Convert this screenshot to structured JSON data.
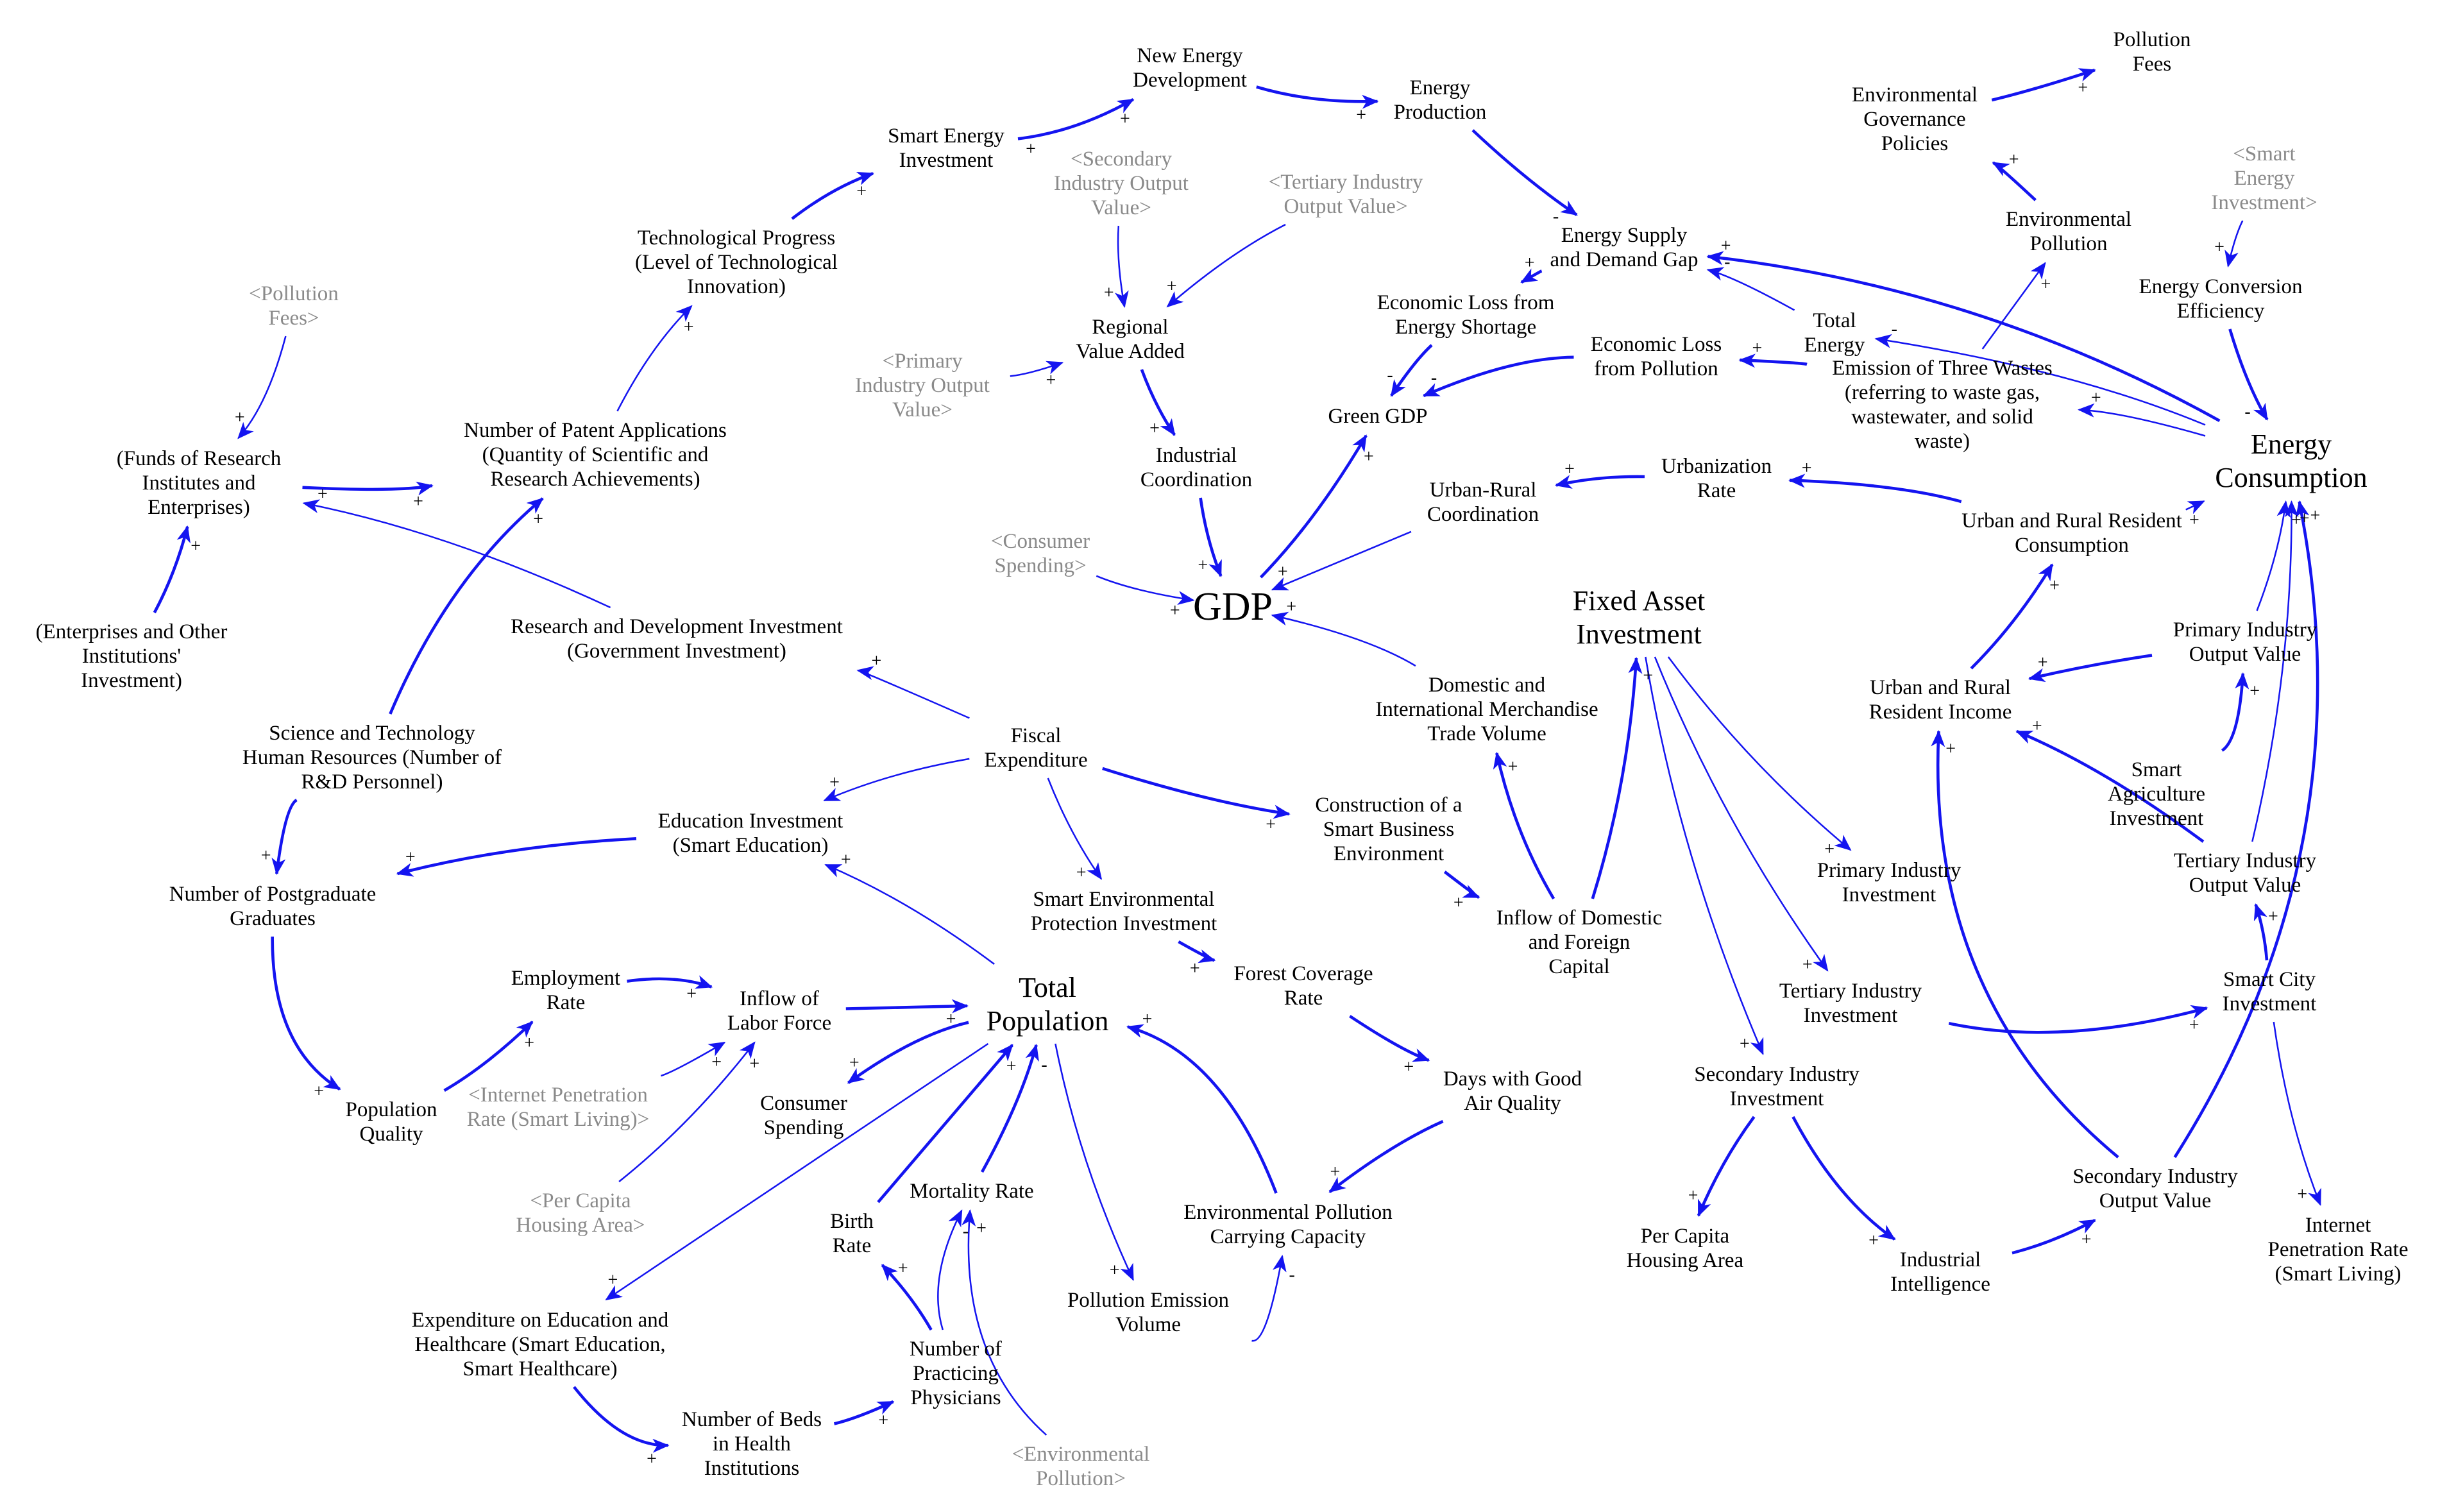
{
  "colors": {
    "background": "#ffffff",
    "text": "#000000",
    "shadow_text": "#8a8a8a",
    "link": "#1414f0"
  },
  "nodes": [
    {
      "id": "new_energy",
      "lines": [
        "New Energy",
        "Development"
      ]
    },
    {
      "id": "energy_prod",
      "lines": [
        "Energy",
        "Production"
      ]
    },
    {
      "id": "pollution_fees",
      "lines": [
        "Pollution",
        "Fees"
      ]
    },
    {
      "id": "env_gov",
      "lines": [
        "Environmental",
        "Governance",
        "Policies"
      ]
    },
    {
      "id": "smart_energy_inv",
      "lines": [
        "Smart Energy",
        "Investment"
      ]
    },
    {
      "id": "sh_secondary",
      "shadow": true,
      "lines": [
        "<Secondary",
        "Industry Output",
        "Value>"
      ]
    },
    {
      "id": "sh_tertiary",
      "shadow": true,
      "lines": [
        "<Tertiary Industry",
        "Output Value>"
      ]
    },
    {
      "id": "sh_smart_energy",
      "shadow": true,
      "lines": [
        "<Smart",
        "Energy",
        "Investment>"
      ]
    },
    {
      "id": "env_pollution",
      "lines": [
        "Environmental",
        "Pollution"
      ]
    },
    {
      "id": "supply_gap",
      "lines": [
        "Energy Supply",
        "and Demand Gap"
      ]
    },
    {
      "id": "tech_progress",
      "lines": [
        "Technological Progress",
        "(Level of Technological",
        "Innovation)"
      ]
    },
    {
      "id": "conv_eff",
      "lines": [
        "Energy Conversion",
        "Efficiency"
      ]
    },
    {
      "id": "econ_loss_short",
      "lines": [
        "Economic Loss from",
        "Energy Shortage"
      ]
    },
    {
      "id": "total_energy",
      "lines": [
        "Total",
        "Energy"
      ]
    },
    {
      "id": "sh_pollution_fees",
      "shadow": true,
      "lines": [
        "<Pollution",
        "Fees>"
      ]
    },
    {
      "id": "regional_va",
      "lines": [
        "Regional",
        "Value Added"
      ]
    },
    {
      "id": "econ_loss_poll",
      "lines": [
        "Economic Loss",
        "from Pollution"
      ]
    },
    {
      "id": "three_wastes",
      "lines": [
        "Emission of Three Wastes",
        "(referring to waste gas,",
        "wastewater, and solid",
        "waste)"
      ]
    },
    {
      "id": "sh_primary",
      "shadow": true,
      "lines": [
        "<Primary",
        "Industry Output",
        "Value>"
      ]
    },
    {
      "id": "green_gdp",
      "lines": [
        "Green GDP"
      ]
    },
    {
      "id": "energy_cons",
      "big": true,
      "lines": [
        "Energy",
        "Consumption"
      ]
    },
    {
      "id": "patents",
      "lines": [
        "Number of Patent Applications",
        "(Quantity of Scientific and",
        "Research Achievements)"
      ]
    },
    {
      "id": "funds",
      "lines": [
        "(Funds of Research",
        "Institutes and",
        "Enterprises)"
      ]
    },
    {
      "id": "industrial_coord",
      "lines": [
        "Industrial",
        "Coordination"
      ]
    },
    {
      "id": "urbanization",
      "lines": [
        "Urbanization",
        "Rate"
      ]
    },
    {
      "id": "urban_rural_coord",
      "lines": [
        "Urban-Rural",
        "Coordination"
      ]
    },
    {
      "id": "resident_cons",
      "lines": [
        "Urban and Rural Resident",
        "Consumption"
      ]
    },
    {
      "id": "sh_consumer",
      "shadow": true,
      "lines": [
        "<Consumer",
        "Spending>"
      ]
    },
    {
      "id": "gdp",
      "huge": true,
      "lines": [
        "GDP"
      ]
    },
    {
      "id": "fai",
      "big": true,
      "lines": [
        "Fixed Asset",
        "Investment"
      ]
    },
    {
      "id": "rd_inv",
      "lines": [
        "Research and Development Investment",
        "(Government Investment)"
      ]
    },
    {
      "id": "enterprises_inv",
      "lines": [
        "(Enterprises and Other",
        "Institutions'",
        "Investment)"
      ]
    },
    {
      "id": "primary_val",
      "lines": [
        "Primary Industry",
        "Output Value"
      ]
    },
    {
      "id": "trade",
      "lines": [
        "Domestic and",
        "International Merchandise",
        "Trade Volume"
      ]
    },
    {
      "id": "resident_income",
      "lines": [
        "Urban and Rural",
        "Resident Income"
      ]
    },
    {
      "id": "st_hr",
      "lines": [
        "Science and Technology",
        "Human Resources (Number of",
        "R&D Personnel)"
      ]
    },
    {
      "id": "fiscal",
      "lines": [
        "Fiscal",
        "Expenditure"
      ]
    },
    {
      "id": "smart_agri",
      "lines": [
        "Smart",
        "Agriculture",
        "Investment"
      ]
    },
    {
      "id": "smart_business",
      "lines": [
        "Construction of a",
        "Smart Business",
        "Environment"
      ]
    },
    {
      "id": "edu_inv",
      "lines": [
        "Education Investment",
        "(Smart Education)"
      ]
    },
    {
      "id": "tertiary_val",
      "lines": [
        "Tertiary Industry",
        "Output Value"
      ]
    },
    {
      "id": "primary_inv",
      "lines": [
        "Primary Industry",
        "Investment"
      ]
    },
    {
      "id": "smart_env",
      "lines": [
        "Smart Environmental",
        "Protection Investment"
      ]
    },
    {
      "id": "postgrad",
      "lines": [
        "Number of Postgraduate",
        "Graduates"
      ]
    },
    {
      "id": "capital",
      "lines": [
        "Inflow of Domestic",
        "and Foreign",
        "Capital"
      ]
    },
    {
      "id": "forest",
      "lines": [
        "Forest Coverage",
        "Rate"
      ]
    },
    {
      "id": "employment",
      "lines": [
        "Employment",
        "Rate"
      ]
    },
    {
      "id": "smart_city",
      "lines": [
        "Smart City",
        "Investment"
      ]
    },
    {
      "id": "labor",
      "lines": [
        "Inflow of",
        "Labor Force"
      ]
    },
    {
      "id": "population",
      "big": true,
      "lines": [
        "Total",
        "Population"
      ]
    },
    {
      "id": "tertiary_inv",
      "lines": [
        "Tertiary Industry",
        "Investment"
      ]
    },
    {
      "id": "good_air",
      "lines": [
        "Days with Good",
        "Air Quality"
      ]
    },
    {
      "id": "sh_internet",
      "shadow": true,
      "lines": [
        "<Internet Penetration",
        "Rate (Smart Living)>"
      ]
    },
    {
      "id": "secondary_inv",
      "lines": [
        "Secondary Industry",
        "Investment"
      ]
    },
    {
      "id": "pop_quality",
      "lines": [
        "Population",
        "Quality"
      ]
    },
    {
      "id": "consumer_spending",
      "lines": [
        "Consumer",
        "Spending"
      ]
    },
    {
      "id": "mortality",
      "lines": [
        "Mortality Rate"
      ]
    },
    {
      "id": "sh_housing",
      "shadow": true,
      "lines": [
        "<Per Capita",
        "Housing Area>"
      ]
    },
    {
      "id": "carrying",
      "lines": [
        "Environmental Pollution",
        "Carrying Capacity"
      ]
    },
    {
      "id": "birth",
      "lines": [
        "Birth",
        "Rate"
      ]
    },
    {
      "id": "secondary_val",
      "lines": [
        "Secondary Industry",
        "Output Value"
      ]
    },
    {
      "id": "internet_rate",
      "lines": [
        "Internet",
        "Penetration Rate",
        "(Smart Living)"
      ]
    },
    {
      "id": "housing",
      "lines": [
        "Per Capita",
        "Housing Area"
      ]
    },
    {
      "id": "industrial_intel",
      "lines": [
        "Industrial",
        "Intelligence"
      ]
    },
    {
      "id": "pollution_emission",
      "lines": [
        "Pollution Emission",
        "Volume"
      ]
    },
    {
      "id": "edu_health",
      "lines": [
        "Expenditure on Education and",
        "Healthcare (Smart Education,",
        "Smart Healthcare)"
      ]
    },
    {
      "id": "physicians",
      "lines": [
        "Number of",
        "Practicing",
        "Physicians"
      ]
    },
    {
      "id": "beds",
      "lines": [
        "Number of Beds",
        "in Health",
        "Institutions"
      ]
    },
    {
      "id": "sh_env_poll",
      "shadow": true,
      "lines": [
        "<Environmental",
        "Pollution>"
      ]
    }
  ],
  "links": [
    {
      "from": "smart_energy_inv",
      "to": "new_energy",
      "pol_to": "+",
      "pol_from": "+"
    },
    {
      "from": "new_energy",
      "to": "energy_prod",
      "pol_to": "+"
    },
    {
      "from": "energy_prod",
      "to": "supply_gap",
      "pol_to": "-"
    },
    {
      "from": "env_gov",
      "to": "pollution_fees",
      "pol_to": "+"
    },
    {
      "from": "env_pollution",
      "to": "env_gov",
      "pol_to": "+"
    },
    {
      "from": "three_wastes",
      "to": "env_pollution",
      "pol_to": "+"
    },
    {
      "from": "sh_smart_energy",
      "to": "conv_eff",
      "pol_to": "+"
    },
    {
      "from": "conv_eff",
      "to": "energy_cons",
      "pol_to": "-"
    },
    {
      "from": "energy_cons",
      "to": "supply_gap",
      "pol_to": "+"
    },
    {
      "from": "energy_cons",
      "to": "total_energy",
      "pol_to": "-"
    },
    {
      "from": "energy_cons",
      "to": "three_wastes",
      "pol_to": "+"
    },
    {
      "from": "total_energy",
      "to": "supply_gap",
      "pol_to": "-"
    },
    {
      "from": "supply_gap",
      "to": "econ_loss_short",
      "pol_to": "+"
    },
    {
      "from": "econ_loss_short",
      "to": "green_gdp",
      "pol_to": "-"
    },
    {
      "from": "three_wastes",
      "to": "econ_loss_poll",
      "pol_to": "+"
    },
    {
      "from": "econ_loss_poll",
      "to": "green_gdp",
      "pol_to": "-"
    },
    {
      "from": "gdp",
      "to": "green_gdp",
      "pol_to": "+"
    },
    {
      "from": "sh_secondary",
      "to": "regional_va",
      "pol_to": "+"
    },
    {
      "from": "sh_tertiary",
      "to": "regional_va",
      "pol_to": "+"
    },
    {
      "from": "sh_primary",
      "to": "regional_va",
      "pol_to": "+"
    },
    {
      "from": "regional_va",
      "to": "industrial_coord",
      "pol_to": "+"
    },
    {
      "from": "industrial_coord",
      "to": "gdp",
      "pol_to": "+"
    },
    {
      "from": "sh_consumer",
      "to": "gdp",
      "pol_to": "+"
    },
    {
      "from": "urban_rural_coord",
      "to": "gdp",
      "pol_to": "+"
    },
    {
      "from": "trade",
      "to": "gdp",
      "pol_to": "+"
    },
    {
      "from": "urbanization",
      "to": "urban_rural_coord",
      "pol_to": "+"
    },
    {
      "from": "resident_cons",
      "to": "urbanization",
      "pol_to": "+"
    },
    {
      "from": "resident_income",
      "to": "resident_cons",
      "pol_to": "+"
    },
    {
      "from": "resident_cons",
      "to": "energy_cons",
      "pol_to": "+"
    },
    {
      "from": "primary_val",
      "to": "energy_cons",
      "pol_to": "+"
    },
    {
      "from": "tertiary_val",
      "to": "energy_cons",
      "pol_to": "+"
    },
    {
      "from": "secondary_val",
      "to": "energy_cons",
      "pol_to": "+"
    },
    {
      "from": "primary_val",
      "to": "resident_income",
      "pol_to": "+"
    },
    {
      "from": "tertiary_val",
      "to": "resident_income",
      "pol_to": "+"
    },
    {
      "from": "secondary_val",
      "to": "resident_income",
      "pol_to": "+"
    },
    {
      "from": "smart_agri",
      "to": "primary_val",
      "pol_to": "+"
    },
    {
      "from": "smart_city",
      "to": "tertiary_val",
      "pol_to": "+"
    },
    {
      "from": "smart_city",
      "to": "internet_rate",
      "pol_to": "+"
    },
    {
      "from": "tertiary_inv",
      "to": "smart_city",
      "pol_to": "+"
    },
    {
      "from": "industrial_intel",
      "to": "secondary_val",
      "pol_to": "+"
    },
    {
      "from": "secondary_inv",
      "to": "industrial_intel",
      "pol_to": "+"
    },
    {
      "from": "secondary_inv",
      "to": "housing",
      "pol_to": "+"
    },
    {
      "from": "fai",
      "to": "primary_inv",
      "pol_to": "+"
    },
    {
      "from": "fai",
      "to": "tertiary_inv",
      "pol_to": "+"
    },
    {
      "from": "fai",
      "to": "secondary_inv",
      "pol_to": "+"
    },
    {
      "from": "capital",
      "to": "fai",
      "pol_to": "+"
    },
    {
      "from": "capital",
      "to": "trade",
      "pol_to": "+"
    },
    {
      "from": "smart_business",
      "to": "capital",
      "pol_to": "+"
    },
    {
      "from": "fiscal",
      "to": "smart_business",
      "pol_to": "+"
    },
    {
      "from": "fiscal",
      "to": "smart_env",
      "pol_to": "+"
    },
    {
      "from": "fiscal",
      "to": "edu_inv",
      "pol_to": "+"
    },
    {
      "from": "fiscal",
      "to": "rd_inv",
      "pol_to": "+"
    },
    {
      "from": "smart_env",
      "to": "forest",
      "pol_to": "+"
    },
    {
      "from": "forest",
      "to": "good_air",
      "pol_to": "+"
    },
    {
      "from": "good_air",
      "to": "carrying",
      "pol_to": "+"
    },
    {
      "from": "carrying",
      "to": "population",
      "pol_to": "+"
    },
    {
      "from": "pollution_emission",
      "to": "carrying",
      "pol_to": "-"
    },
    {
      "from": "population",
      "to": "pollution_emission",
      "pol_to": "+"
    },
    {
      "from": "population",
      "to": "consumer_spending",
      "pol_to": "+"
    },
    {
      "from": "population",
      "to": "edu_inv",
      "pol_to": "+"
    },
    {
      "from": "population",
      "to": "edu_health",
      "pol_to": "+"
    },
    {
      "from": "labor",
      "to": "population",
      "pol_to": "+"
    },
    {
      "from": "employment",
      "to": "labor",
      "pol_to": "+"
    },
    {
      "from": "sh_internet",
      "to": "labor",
      "pol_to": "+"
    },
    {
      "from": "sh_housing",
      "to": "labor",
      "pol_to": "+"
    },
    {
      "from": "pop_quality",
      "to": "employment",
      "pol_to": "+"
    },
    {
      "from": "postgrad",
      "to": "pop_quality",
      "pol_to": "+"
    },
    {
      "from": "edu_inv",
      "to": "postgrad",
      "pol_to": "+"
    },
    {
      "from": "st_hr",
      "to": "postgrad",
      "pol_to": "+"
    },
    {
      "from": "st_hr",
      "to": "patents",
      "pol_to": "+"
    },
    {
      "from": "funds",
      "to": "patents",
      "pol_to": "+"
    },
    {
      "from": "enterprises_inv",
      "to": "funds",
      "pol_to": "+"
    },
    {
      "from": "sh_pollution_fees",
      "to": "funds",
      "pol_to": "+"
    },
    {
      "from": "rd_inv",
      "to": "funds",
      "pol_to": "+"
    },
    {
      "from": "patents",
      "to": "tech_progress",
      "pol_to": "+"
    },
    {
      "from": "tech_progress",
      "to": "smart_energy_inv",
      "pol_to": "+"
    },
    {
      "from": "birth",
      "to": "population",
      "pol_to": "+"
    },
    {
      "from": "mortality",
      "to": "population",
      "pol_to": "-"
    },
    {
      "from": "physicians",
      "to": "mortality",
      "pol_to": "-"
    },
    {
      "from": "physicians",
      "to": "birth",
      "pol_to": "+"
    },
    {
      "from": "beds",
      "to": "physicians",
      "pol_to": "+"
    },
    {
      "from": "edu_health",
      "to": "beds",
      "pol_to": "+"
    },
    {
      "from": "sh_env_poll",
      "to": "mortality",
      "pol_to": "+"
    }
  ]
}
